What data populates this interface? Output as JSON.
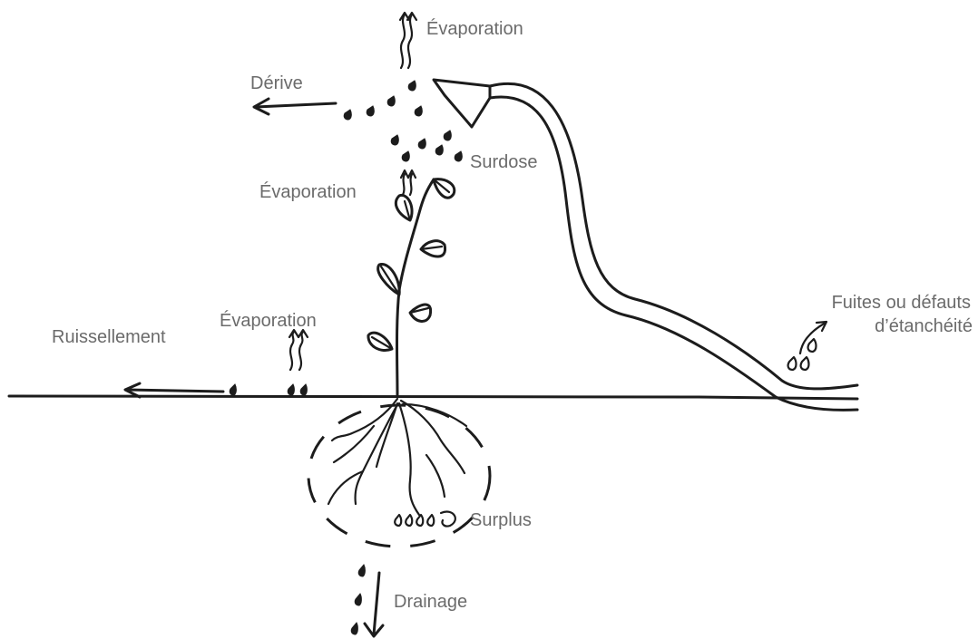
{
  "labels": {
    "evaporation_top": "Évaporation",
    "derive": "Dérive",
    "surdose": "Surdose",
    "evaporation_plant": "Évaporation",
    "evaporation_ground": "Évaporation",
    "ruissellement": "Ruissellement",
    "fuites_line1": "Fuites ou défauts",
    "fuites_line2": "d’étanchéité",
    "surplus": "Surplus",
    "drainage": "Drainage"
  }
}
